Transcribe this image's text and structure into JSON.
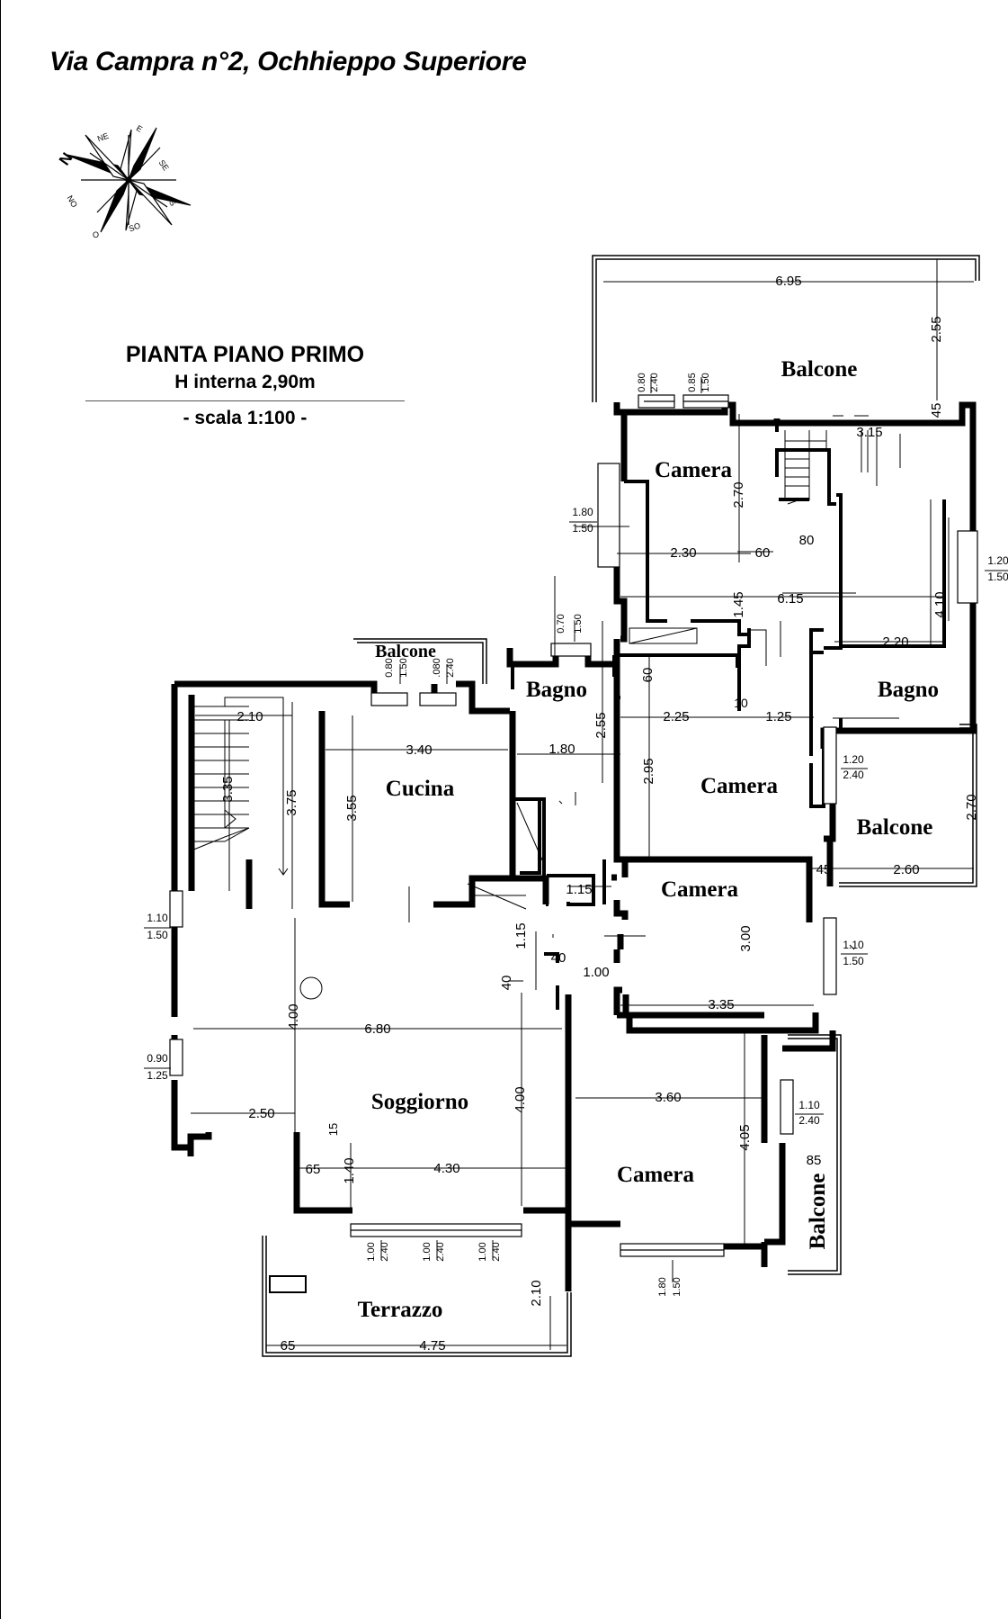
{
  "header": {
    "address": "Via Campra n°2, Ochhieppo Superiore"
  },
  "legend": {
    "plan_title": "PIANTA PIANO PRIMO",
    "height": "H interna 2,90m",
    "scale": "- scala 1:100 -"
  },
  "compass": {
    "n": "N",
    "ne": "NE",
    "e": "E",
    "se": "SE",
    "s": "S",
    "so": "SO",
    "o": "O",
    "no": "NO"
  },
  "rooms": {
    "balcone_top": "Balcone",
    "camera_top": "Camera",
    "balcone_small": "Balcone",
    "bagno_mid": "Bagno",
    "bagno_right": "Bagno",
    "cucina": "Cucina",
    "camera_mid": "Camera",
    "balcone_right": "Balcone",
    "camera_small": "Camera",
    "soggiorno": "Soggiorno",
    "camera_bottom": "Camera",
    "balcone_vertical": "Balcone",
    "terrazzo": "Terrazzo"
  },
  "dimensions": {
    "d695": "6.95",
    "d255a": "2.55",
    "d45a": "45",
    "d315": "3.15",
    "d270a": "2.70",
    "d230": "2.30",
    "d60a": "60",
    "d80": "80",
    "d615": "6.15",
    "d145": "1.45",
    "d410": "4.10",
    "d220": "2.20",
    "d60b": "60",
    "d10": "10",
    "d225": "2.25",
    "d125": "1.25",
    "d295": "2.95",
    "d255b": "2.55",
    "d180": "1.80",
    "d210a": "2.10",
    "d335a": "3.35",
    "d375": "3.75",
    "d340": "3.40",
    "d355": "3.55",
    "d270b": "2.70",
    "d45b": "45",
    "d260": "2.60",
    "d115a": "1.15",
    "d115b": "1.15",
    "d40a": "40",
    "d40b": "40",
    "d100": "1.00",
    "d300": "3.00",
    "d335b": "3.35",
    "d400a": "4.00",
    "d680": "6.80",
    "d360": "3.60",
    "d405": "4.05",
    "d85": "85",
    "d400b": "4.00",
    "d250": "2.50",
    "d15": "15",
    "d65a": "65",
    "d140": "1.40",
    "d430": "4.30",
    "d210b": "2.10",
    "d65b": "65",
    "d475": "4.75"
  },
  "openings": {
    "w080": "0.80",
    "w240a": "2.40",
    "w085": "0.85",
    "w150a": "1.50",
    "w180": "1.80",
    "w150b": "1.50",
    "w120a": "1.20",
    "w150c": "1.50",
    "w070": "0.70",
    "w150d": "1.50",
    "w080b": "0.80",
    "w150e": "1.50",
    "w080c": ".080",
    "w240b": "2.40",
    "w120b": "1.20",
    "w240c": "2.40",
    "w110a": "1.10",
    "w150f": "1.50",
    "w110b": "1.10",
    "w150g": "1.50",
    "w090": "0.90",
    "w125": "1.25",
    "w110c": "1.10",
    "w240d": "2.40",
    "w100a": "1.00",
    "w240e": "2.40",
    "w100b": "1.00",
    "w240f": "2.40",
    "w100c": "1.00",
    "w240g": "2.40",
    "w180b": "1.80",
    "w150h": "1.50"
  }
}
